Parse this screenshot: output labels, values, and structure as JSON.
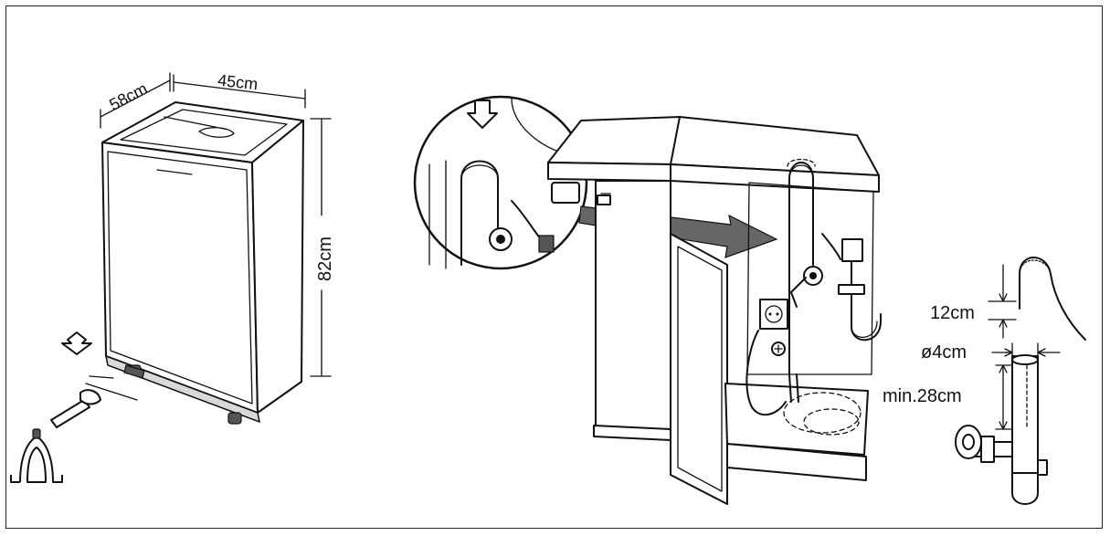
{
  "dimensions": {
    "depth": "58cm",
    "width": "45cm",
    "height": "82cm"
  },
  "drain": {
    "hose_height": "12cm",
    "pipe_diameter": "ø4cm",
    "min_height": "min.28cm"
  },
  "icons": [
    "arrow-up-icon",
    "arrow-down-icon",
    "anchor-hook-icon",
    "arrow-right-icon"
  ]
}
